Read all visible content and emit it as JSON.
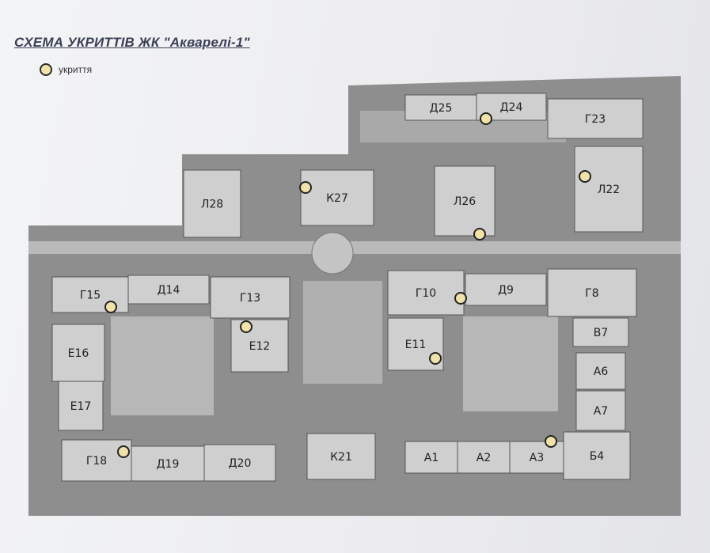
{
  "title": "СХЕМА УКРИТТІВ ЖК \"Акварелі-1\"",
  "legend": {
    "label": "укриття"
  },
  "colors": {
    "shelter_fill": "#f0e2a8",
    "building_fill": "#cfcfcf",
    "site_fill": "#8e8e8e"
  },
  "buildings": [
    {
      "id": "d25",
      "label": "Д25"
    },
    {
      "id": "d24",
      "label": "Д24"
    },
    {
      "id": "g23",
      "label": "Г23"
    },
    {
      "id": "l22",
      "label": "Л22"
    },
    {
      "id": "l28",
      "label": "Л28"
    },
    {
      "id": "k27",
      "label": "К27"
    },
    {
      "id": "l26",
      "label": "Л26"
    },
    {
      "id": "g15",
      "label": "Г15"
    },
    {
      "id": "d14",
      "label": "Д14"
    },
    {
      "id": "g13",
      "label": "Г13"
    },
    {
      "id": "e12",
      "label": "Е12"
    },
    {
      "id": "g10",
      "label": "Г10"
    },
    {
      "id": "d9",
      "label": "Д9"
    },
    {
      "id": "g8",
      "label": "Г8"
    },
    {
      "id": "b7",
      "label": "В7"
    },
    {
      "id": "e11",
      "label": "Е11"
    },
    {
      "id": "e16",
      "label": "Е16"
    },
    {
      "id": "e17",
      "label": "Е17"
    },
    {
      "id": "a6",
      "label": "А6"
    },
    {
      "id": "a7",
      "label": "А7"
    },
    {
      "id": "g18",
      "label": "Г18"
    },
    {
      "id": "d19",
      "label": "Д19"
    },
    {
      "id": "d20",
      "label": "Д20"
    },
    {
      "id": "k21",
      "label": "К21"
    },
    {
      "id": "a1",
      "label": "А1"
    },
    {
      "id": "a2",
      "label": "А2"
    },
    {
      "id": "a3",
      "label": "А3"
    },
    {
      "id": "b4",
      "label": "Б4"
    }
  ],
  "shelters": [
    {
      "id": "shelter-d24"
    },
    {
      "id": "shelter-l22"
    },
    {
      "id": "shelter-k27"
    },
    {
      "id": "shelter-l26"
    },
    {
      "id": "shelter-g15"
    },
    {
      "id": "shelter-e12"
    },
    {
      "id": "shelter-g10"
    },
    {
      "id": "shelter-e11"
    },
    {
      "id": "shelter-a3"
    },
    {
      "id": "shelter-g18"
    }
  ]
}
